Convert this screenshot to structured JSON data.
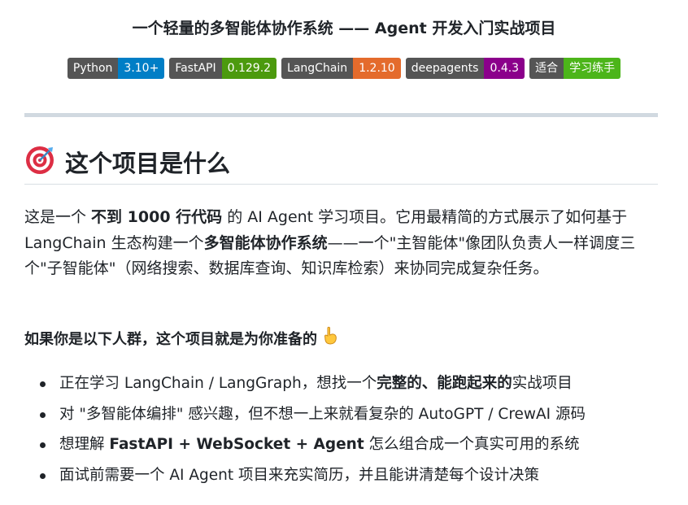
{
  "header": {
    "subtitle": "一个轻量的多智能体协作系统 —— Agent 开发入门实战项目"
  },
  "badges": [
    {
      "label": "Python",
      "value": "3.10+",
      "color": "#007ec6"
    },
    {
      "label": "FastAPI",
      "value": "0.129.2",
      "color": "#4c9a0e"
    },
    {
      "label": "LangChain",
      "value": "1.2.10",
      "color": "#e46b2c"
    },
    {
      "label": "deepagents",
      "value": "0.4.3",
      "color": "#8b008b"
    },
    {
      "label": "适合",
      "value": "学习练手",
      "color": "#4cb51a"
    }
  ],
  "section": {
    "icon": "target-icon",
    "title": "这个项目是什么"
  },
  "intro": {
    "t1": "这是一个 ",
    "b1": "不到 1000 行代码",
    "t2": " 的 AI Agent 学习项目。它用最精简的方式展示了如何基于 LangChain 生态构建一个",
    "b2": "多智能体协作系统",
    "t3": "——一个\"主智能体\"像团队负责人一样调度三个\"子智能体\"（网络搜索、数据库查询、知识库检索）来协同完成复杂任务。"
  },
  "audience": {
    "lead": "如果你是以下人群，这个项目就是为你准备的",
    "icon": "pointing-down-icon",
    "items": [
      {
        "a": "正在学习 LangChain / LangGraph，想找一个",
        "b": "完整的、能跑起来的",
        "c": "实战项目"
      },
      {
        "a": "对 \"多智能体编排\" 感兴趣，但不想一上来就看复杂的 AutoGPT / CrewAI 源码",
        "b": "",
        "c": ""
      },
      {
        "a": "想理解 ",
        "b": "FastAPI + WebSocket + Agent",
        "c": " 怎么组合成一个真实可用的系统"
      },
      {
        "a": "面试前需要一个 AI Agent 项目来充实简历，并且能讲清楚每个设计决策",
        "b": "",
        "c": ""
      }
    ]
  }
}
